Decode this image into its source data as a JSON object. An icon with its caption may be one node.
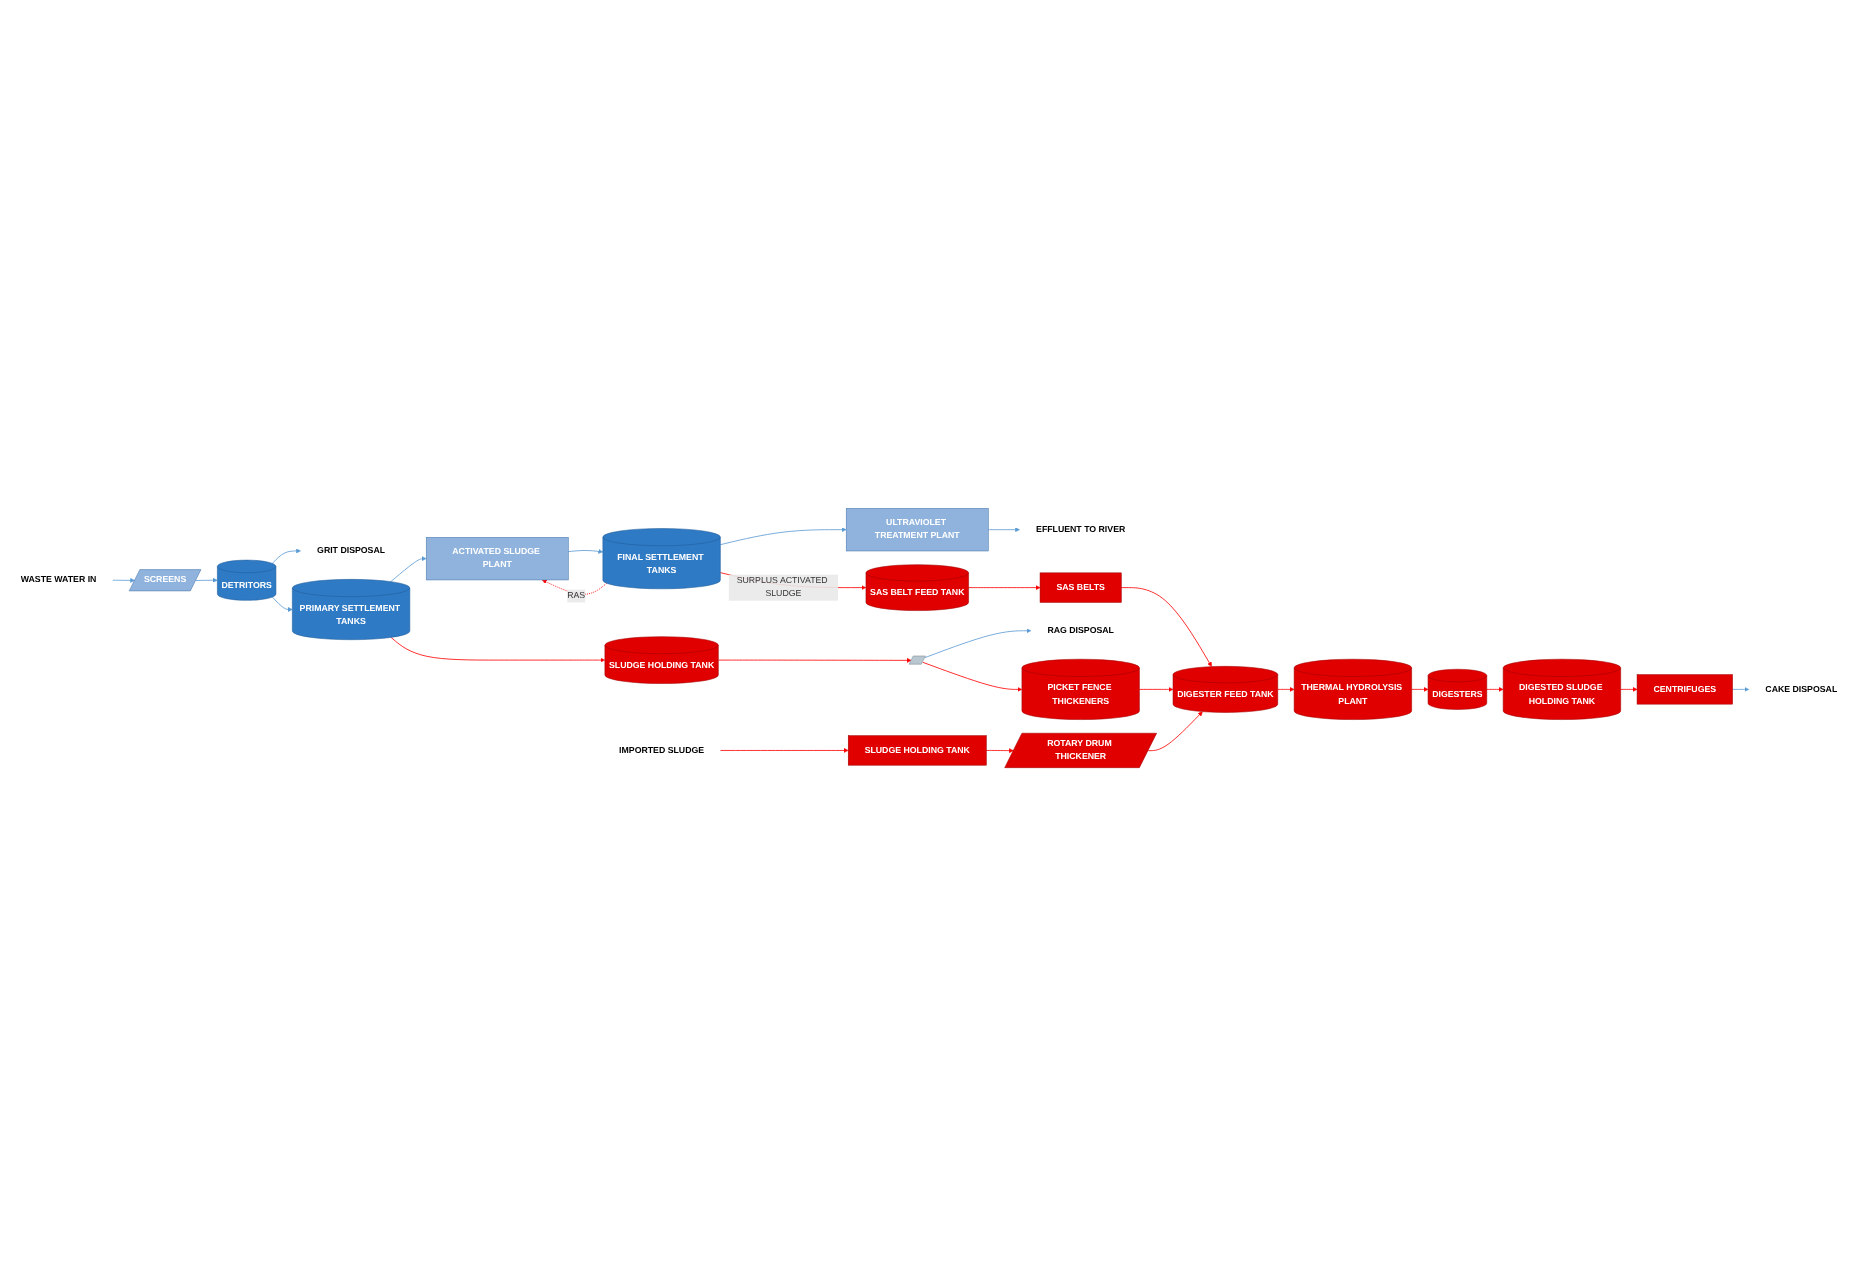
{
  "diagram": {
    "nodes": [
      {
        "text": [
          "WASTE WATER IN"
        ]
      },
      {
        "text": [
          "SCREENS"
        ]
      },
      {
        "text": [
          "DETRITORS"
        ]
      },
      {
        "text": [
          "GRIT DISPOSAL"
        ]
      },
      {
        "text": [
          "PRIMARY SETTLEMENT TANKS"
        ]
      },
      {
        "text": [
          "ACTIVATED SLUDGE PLANT"
        ]
      },
      {
        "text": [
          "FINAL SETTLEMENT TANKS"
        ]
      },
      {
        "text": [
          "ULTRAVIOLET TREATMENT PLANT"
        ]
      },
      {
        "text": [
          "EFFLUENT TO RIVER"
        ]
      },
      {
        "text": [
          "SLUDGE HOLDING TANK"
        ]
      },
      {
        "text": [],
        "shape": "parallelogram"
      },
      {
        "text": [
          "RAG DISPOSAL"
        ]
      },
      {
        "text": [
          "PICKET FENCE THICKENERS"
        ]
      },
      {
        "text": [
          "SAS BELTS"
        ]
      },
      {
        "text": [
          "SAS BELT FEED TANK"
        ]
      },
      {
        "text": [
          "IMPORTED SLUDGE"
        ]
      },
      {
        "text": [
          "SLUDGE HOLDING TANK"
        ]
      },
      {
        "text": [
          "ROTARY DRUM THICKENER"
        ]
      },
      {
        "text": [
          "DIGESTER FEED TANK"
        ]
      },
      {
        "text": [
          "THERMAL HYDROLYSIS PLANT"
        ]
      },
      {
        "text": [
          "DIGESTERS"
        ]
      },
      {
        "text": [
          "DIGESTED SLUDGE HOLDING TANK"
        ]
      },
      {
        "text": [
          "CENTRIFUGES"
        ]
      },
      {
        "text": [
          "CAKE DISPOSAL"
        ]
      }
    ],
    "edges": [
      {
        "from": 0,
        "to": 1,
        "arrow": "to",
        "color": "#5b9bd5"
      },
      {
        "from": 1,
        "to": 2,
        "arrow": "to",
        "color": "#5b9bd5"
      },
      {
        "from": 2,
        "to": 3,
        "arrow": "to",
        "color": "#5b9bd5"
      },
      {
        "from": 2,
        "to": 4,
        "arrow": "to",
        "color": "#5b9bd5"
      },
      {
        "from": 4,
        "to": 5,
        "arrow": "to",
        "color": "#5b9bd5"
      },
      {
        "from": 5,
        "to": 6,
        "arrow": "to",
        "color": "#5b9bd5"
      },
      {
        "from": 6,
        "to": 7,
        "arrow": "to",
        "color": "#5b9bd5"
      },
      {
        "from": 7,
        "to": 8,
        "arrow": "to",
        "color": "#5b9bd5"
      },
      {
        "from": 6,
        "to": 5,
        "arrow": "to",
        "label": "RAS",
        "style": "dashed"
      },
      {
        "from": 6,
        "to": 14,
        "arrow": "to",
        "label": "SURPLUS ACTIVATED SLUDGE"
      },
      {
        "from": 4,
        "to": 9,
        "arrow": "to"
      },
      {
        "from": 9,
        "to": 10,
        "arrow": "to"
      },
      {
        "from": 10,
        "to": 11,
        "arrow": "to",
        "color": "#5b9bd5"
      },
      {
        "from": 10,
        "to": 12,
        "arrow": "to"
      },
      {
        "from": 14,
        "to": 13,
        "arrow": "to"
      },
      {
        "from": 13,
        "to": 18,
        "arrow": "to"
      },
      {
        "from": 12,
        "to": 18,
        "arrow": "to"
      },
      {
        "from": 15,
        "to": 16,
        "arrow": "to"
      },
      {
        "from": 16,
        "to": 17,
        "arrow": "to"
      },
      {
        "from": 17,
        "to": 18,
        "arrow": "to"
      },
      {
        "from": 18,
        "to": 19,
        "arrow": "to"
      },
      {
        "from": 19,
        "to": 20,
        "arrow": "to"
      },
      {
        "from": 20,
        "to": 21,
        "arrow": "to"
      },
      {
        "from": 21,
        "to": 22,
        "arrow": "to"
      },
      {
        "from": 22,
        "to": 23,
        "arrow": "to",
        "color": "#5b9bd5"
      }
    ]
  }
}
